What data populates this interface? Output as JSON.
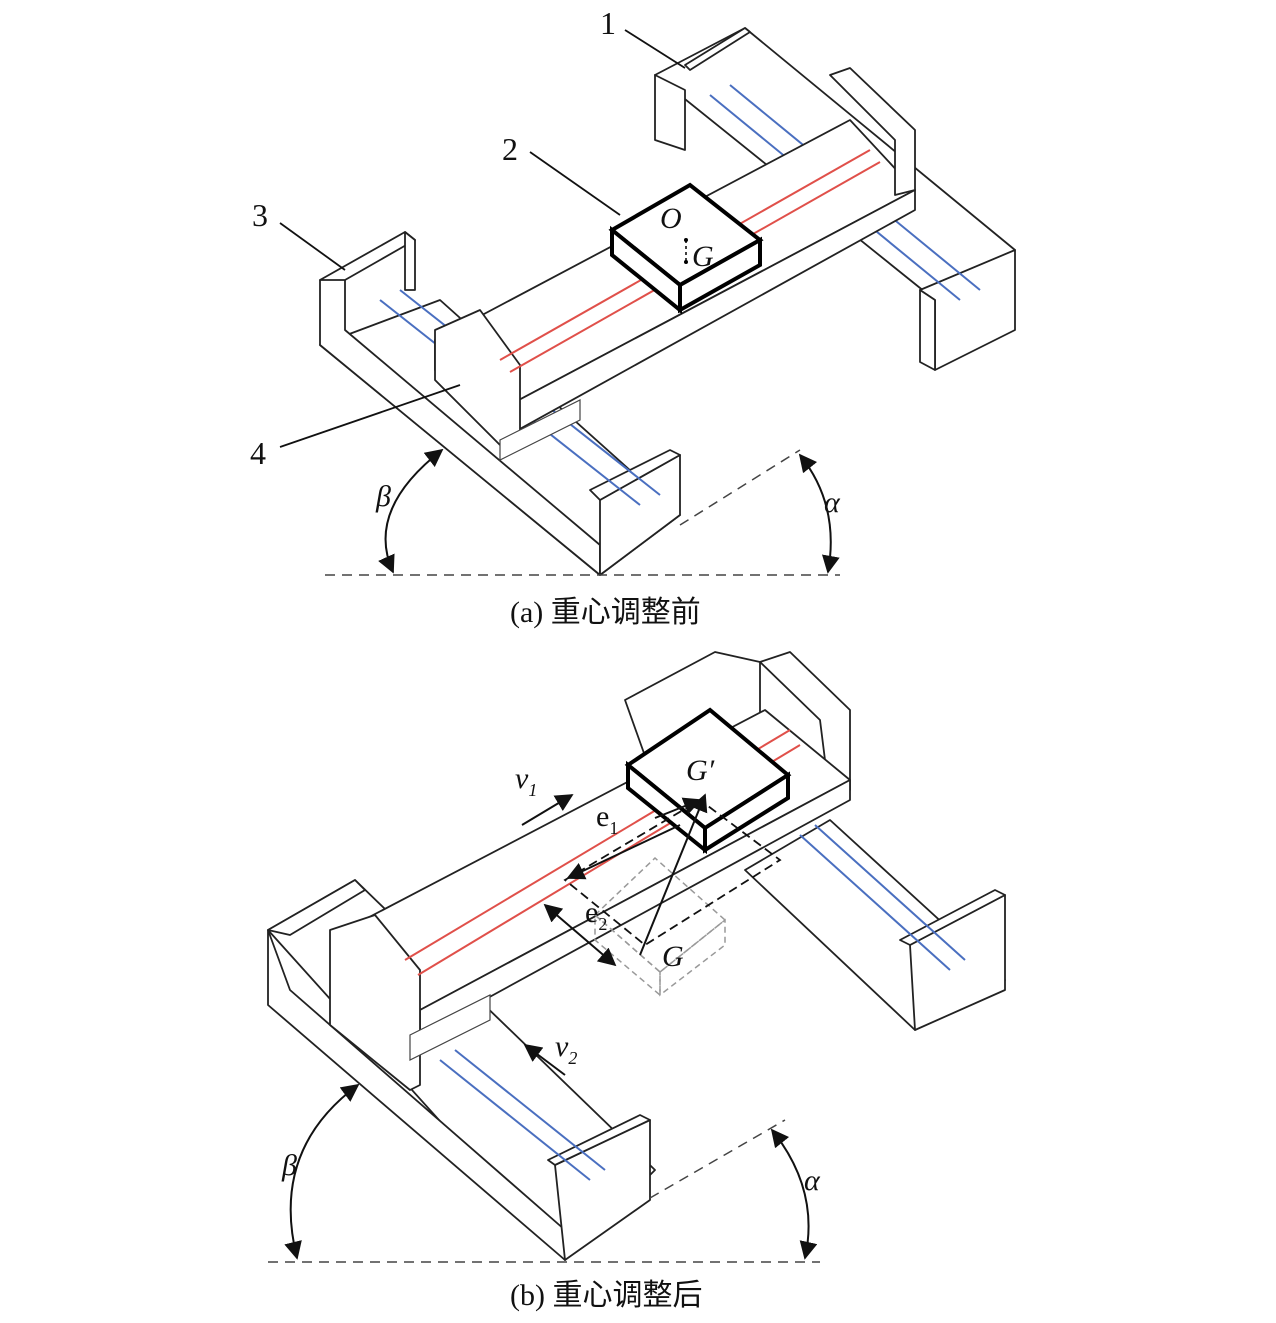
{
  "figure": {
    "panel_a": {
      "caption": "(a) 重心调整前",
      "part_labels": [
        "1",
        "2",
        "3",
        "4"
      ],
      "points": {
        "O": "O",
        "G": "G"
      },
      "angles": {
        "alpha": "α",
        "beta": "β"
      }
    },
    "panel_b": {
      "caption": "(b) 重心调整后",
      "points": {
        "G_prime": "G′",
        "G": "G"
      },
      "vectors": {
        "v1_base": "v",
        "v1_sub": "1",
        "v2_base": "v",
        "v2_sub": "2",
        "e1_base": "e",
        "e1_sub": "1",
        "e2_base": "e",
        "e2_sub": "2"
      },
      "angles": {
        "alpha": "α",
        "beta": "β"
      }
    },
    "colors": {
      "red_rail": "#e0504a",
      "blue_rail": "#4a6fc0",
      "line": "#222222"
    }
  }
}
